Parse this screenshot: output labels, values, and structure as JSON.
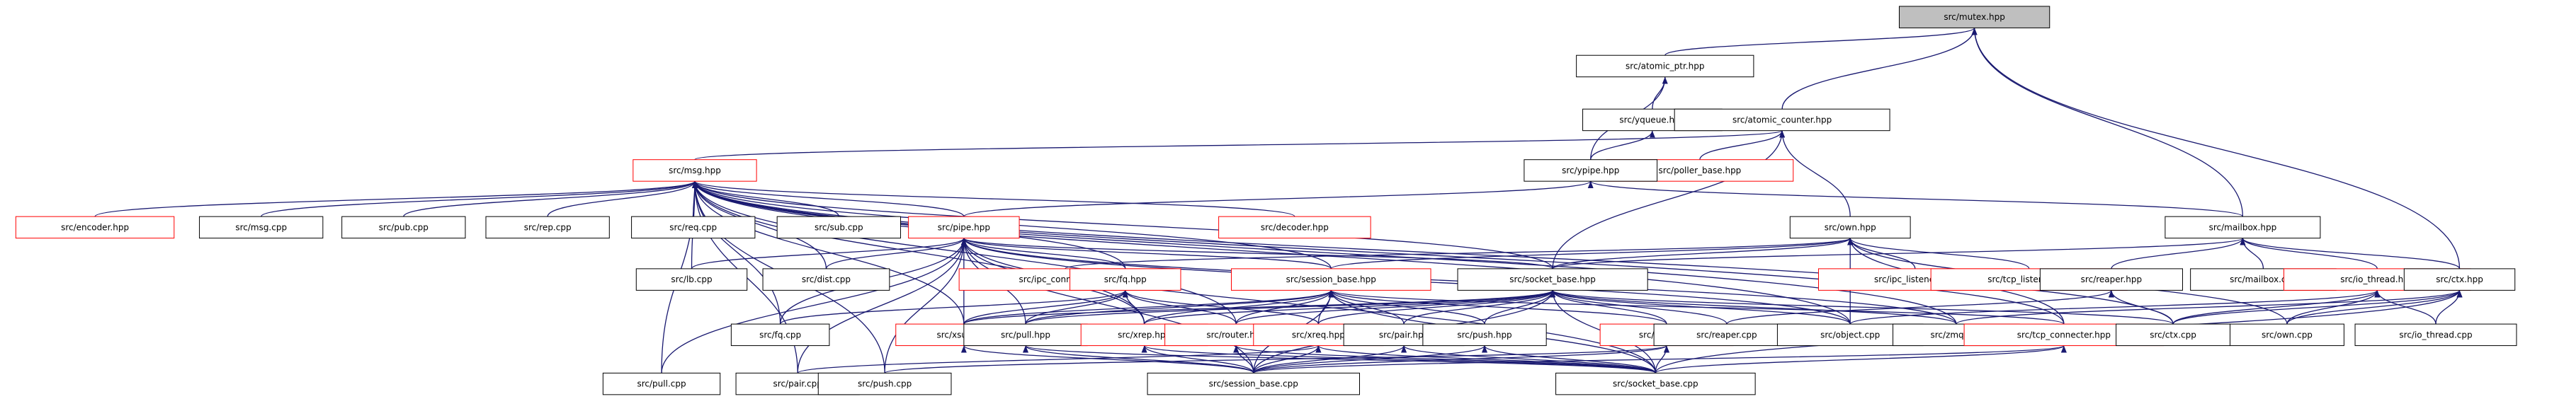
{
  "colors": {
    "edge": "#191970",
    "black_border": "#000000",
    "red_border": "#ff0000",
    "root_fill": "#bfbfbf",
    "node_fill": "#ffffff",
    "background": "#ffffff"
  },
  "nodes": [
    {
      "id": "mutex",
      "label": "src/mutex.hpp",
      "style": "root"
    },
    {
      "id": "atomic_ptr",
      "label": "src/atomic_ptr.hpp",
      "style": "black"
    },
    {
      "id": "yqueue",
      "label": "src/yqueue.hpp",
      "style": "black"
    },
    {
      "id": "atomic_counter",
      "label": "src/atomic_counter.hpp",
      "style": "black"
    },
    {
      "id": "poller_base",
      "label": "src/poller_base.hpp",
      "style": "red"
    },
    {
      "id": "ypipe",
      "label": "src/ypipe.hpp",
      "style": "black"
    },
    {
      "id": "msg_hpp",
      "label": "src/msg.hpp",
      "style": "red"
    },
    {
      "id": "mailbox_hpp",
      "label": "src/mailbox.hpp",
      "style": "black"
    },
    {
      "id": "own",
      "label": "src/own.hpp",
      "style": "black"
    },
    {
      "id": "pipe",
      "label": "src/pipe.hpp",
      "style": "red"
    },
    {
      "id": "decoder",
      "label": "src/decoder.hpp",
      "style": "red"
    },
    {
      "id": "encoder",
      "label": "src/encoder.hpp",
      "style": "red"
    },
    {
      "id": "msg_cpp",
      "label": "src/msg.cpp",
      "style": "black"
    },
    {
      "id": "pub_cpp",
      "label": "src/pub.cpp",
      "style": "black"
    },
    {
      "id": "rep_cpp",
      "label": "src/rep.cpp",
      "style": "black"
    },
    {
      "id": "req_cpp",
      "label": "src/req.cpp",
      "style": "black"
    },
    {
      "id": "sub_cpp",
      "label": "src/sub.cpp",
      "style": "black"
    },
    {
      "id": "lb_cpp",
      "label": "src/lb.cpp",
      "style": "black"
    },
    {
      "id": "dist_cpp",
      "label": "src/dist.cpp",
      "style": "black"
    },
    {
      "id": "ipc_connecter",
      "label": "src/ipc_connecter.hpp",
      "style": "red"
    },
    {
      "id": "fq_hpp",
      "label": "src/fq.hpp",
      "style": "red"
    },
    {
      "id": "session_base_hpp",
      "label": "src/session_base.hpp",
      "style": "red"
    },
    {
      "id": "socket_base_hpp",
      "label": "src/socket_base.hpp",
      "style": "black"
    },
    {
      "id": "ipc_listener",
      "label": "src/ipc_listener.hpp",
      "style": "red"
    },
    {
      "id": "tcp_listener",
      "label": "src/tcp_listener.hpp",
      "style": "red"
    },
    {
      "id": "reaper_hpp",
      "label": "src/reaper.hpp",
      "style": "black"
    },
    {
      "id": "mailbox_cpp",
      "label": "src/mailbox.cpp",
      "style": "black"
    },
    {
      "id": "io_thread_hpp",
      "label": "src/io_thread.hpp",
      "style": "red"
    },
    {
      "id": "ctx_hpp",
      "label": "src/ctx.hpp",
      "style": "black"
    },
    {
      "id": "fq_cpp",
      "label": "src/fq.cpp",
      "style": "black"
    },
    {
      "id": "xsub_hpp",
      "label": "src/xsub.hpp",
      "style": "red"
    },
    {
      "id": "pull_hpp",
      "label": "src/pull.hpp",
      "style": "black"
    },
    {
      "id": "xrep_hpp",
      "label": "src/xrep.hpp",
      "style": "red"
    },
    {
      "id": "router_hpp",
      "label": "src/router.hpp",
      "style": "red"
    },
    {
      "id": "xreq_hpp",
      "label": "src/xreq.hpp",
      "style": "red"
    },
    {
      "id": "pair_hpp",
      "label": "src/pair.hpp",
      "style": "black"
    },
    {
      "id": "push_hpp",
      "label": "src/push.hpp",
      "style": "black"
    },
    {
      "id": "xpub_hpp",
      "label": "src/xpub.hpp",
      "style": "red"
    },
    {
      "id": "reaper_cpp",
      "label": "src/reaper.cpp",
      "style": "black"
    },
    {
      "id": "object_cpp",
      "label": "src/object.cpp",
      "style": "black"
    },
    {
      "id": "zmq_cpp",
      "label": "src/zmq.cpp",
      "style": "black"
    },
    {
      "id": "tcp_connecter",
      "label": "src/tcp_connecter.hpp",
      "style": "red"
    },
    {
      "id": "ctx_cpp",
      "label": "src/ctx.cpp",
      "style": "black"
    },
    {
      "id": "own_cpp",
      "label": "src/own.cpp",
      "style": "black"
    },
    {
      "id": "io_thread_cpp",
      "label": "src/io_thread.cpp",
      "style": "black"
    },
    {
      "id": "pull_cpp",
      "label": "src/pull.cpp",
      "style": "black"
    },
    {
      "id": "pair_cpp",
      "label": "src/pair.cpp",
      "style": "black"
    },
    {
      "id": "push_cpp",
      "label": "src/push.cpp",
      "style": "black"
    },
    {
      "id": "session_base_cpp",
      "label": "src/session_base.cpp",
      "style": "black"
    },
    {
      "id": "socket_base_cpp",
      "label": "src/socket_base.cpp",
      "style": "black"
    }
  ],
  "edges": [
    [
      "atomic_ptr",
      "mutex"
    ],
    [
      "atomic_counter",
      "mutex"
    ],
    [
      "mailbox_hpp",
      "mutex"
    ],
    [
      "ctx_hpp",
      "mutex"
    ],
    [
      "yqueue",
      "atomic_ptr"
    ],
    [
      "ypipe",
      "atomic_ptr"
    ],
    [
      "ypipe",
      "yqueue"
    ],
    [
      "msg_hpp",
      "atomic_counter"
    ],
    [
      "poller_base",
      "atomic_counter"
    ],
    [
      "own",
      "atomic_counter"
    ],
    [
      "socket_base_hpp",
      "atomic_counter"
    ],
    [
      "pipe",
      "ypipe"
    ],
    [
      "mailbox_hpp",
      "ypipe"
    ],
    [
      "encoder",
      "msg_hpp"
    ],
    [
      "msg_cpp",
      "msg_hpp"
    ],
    [
      "pub_cpp",
      "msg_hpp"
    ],
    [
      "rep_cpp",
      "msg_hpp"
    ],
    [
      "req_cpp",
      "msg_hpp"
    ],
    [
      "sub_cpp",
      "msg_hpp"
    ],
    [
      "lb_cpp",
      "msg_hpp"
    ],
    [
      "dist_cpp",
      "msg_hpp"
    ],
    [
      "pipe",
      "msg_hpp"
    ],
    [
      "decoder",
      "msg_hpp"
    ],
    [
      "fq_hpp",
      "msg_hpp"
    ],
    [
      "fq_cpp",
      "msg_hpp"
    ],
    [
      "xsub_hpp",
      "msg_hpp"
    ],
    [
      "xrep_hpp",
      "msg_hpp"
    ],
    [
      "router_hpp",
      "msg_hpp"
    ],
    [
      "session_base_hpp",
      "msg_hpp"
    ],
    [
      "socket_base_hpp",
      "msg_hpp"
    ],
    [
      "object_cpp",
      "msg_hpp"
    ],
    [
      "zmq_cpp",
      "msg_hpp"
    ],
    [
      "tcp_connecter",
      "msg_hpp"
    ],
    [
      "ctx_cpp",
      "msg_hpp"
    ],
    [
      "pull_cpp",
      "msg_hpp"
    ],
    [
      "pair_cpp",
      "msg_hpp"
    ],
    [
      "push_cpp",
      "msg_hpp"
    ],
    [
      "socket_base_hpp",
      "mailbox_hpp"
    ],
    [
      "reaper_hpp",
      "mailbox_hpp"
    ],
    [
      "mailbox_cpp",
      "mailbox_hpp"
    ],
    [
      "io_thread_hpp",
      "mailbox_hpp"
    ],
    [
      "ctx_hpp",
      "mailbox_hpp"
    ],
    [
      "ipc_connecter",
      "own"
    ],
    [
      "session_base_hpp",
      "own"
    ],
    [
      "socket_base_hpp",
      "own"
    ],
    [
      "ipc_listener",
      "own"
    ],
    [
      "tcp_listener",
      "own"
    ],
    [
      "own_cpp",
      "own"
    ],
    [
      "tcp_connecter",
      "own"
    ],
    [
      "object_cpp",
      "own"
    ],
    [
      "lb_cpp",
      "pipe"
    ],
    [
      "dist_cpp",
      "pipe"
    ],
    [
      "fq_hpp",
      "pipe"
    ],
    [
      "fq_cpp",
      "pipe"
    ],
    [
      "xsub_hpp",
      "pipe"
    ],
    [
      "pull_hpp",
      "pipe"
    ],
    [
      "xrep_hpp",
      "pipe"
    ],
    [
      "session_base_hpp",
      "pipe"
    ],
    [
      "socket_base_hpp",
      "pipe"
    ],
    [
      "pull_cpp",
      "pipe"
    ],
    [
      "pair_cpp",
      "pipe"
    ],
    [
      "push_cpp",
      "pipe"
    ],
    [
      "session_base_cpp",
      "pipe"
    ],
    [
      "socket_base_cpp",
      "pipe"
    ],
    [
      "object_cpp",
      "pipe"
    ],
    [
      "zmq_cpp",
      "pipe"
    ],
    [
      "fq_cpp",
      "fq_hpp"
    ],
    [
      "xsub_hpp",
      "fq_hpp"
    ],
    [
      "pull_hpp",
      "fq_hpp"
    ],
    [
      "xrep_hpp",
      "fq_hpp"
    ],
    [
      "router_hpp",
      "fq_hpp"
    ],
    [
      "xreq_hpp",
      "fq_hpp"
    ],
    [
      "xsub_hpp",
      "session_base_hpp"
    ],
    [
      "pull_hpp",
      "session_base_hpp"
    ],
    [
      "xrep_hpp",
      "session_base_hpp"
    ],
    [
      "router_hpp",
      "session_base_hpp"
    ],
    [
      "xreq_hpp",
      "session_base_hpp"
    ],
    [
      "pair_hpp",
      "session_base_hpp"
    ],
    [
      "push_hpp",
      "session_base_hpp"
    ],
    [
      "xpub_hpp",
      "session_base_hpp"
    ],
    [
      "session_base_cpp",
      "session_base_hpp"
    ],
    [
      "socket_base_cpp",
      "session_base_hpp"
    ],
    [
      "tcp_connecter",
      "session_base_hpp"
    ],
    [
      "xsub_hpp",
      "socket_base_hpp"
    ],
    [
      "pull_hpp",
      "socket_base_hpp"
    ],
    [
      "xrep_hpp",
      "socket_base_hpp"
    ],
    [
      "router_hpp",
      "socket_base_hpp"
    ],
    [
      "xreq_hpp",
      "socket_base_hpp"
    ],
    [
      "pair_hpp",
      "socket_base_hpp"
    ],
    [
      "push_hpp",
      "socket_base_hpp"
    ],
    [
      "xpub_hpp",
      "socket_base_hpp"
    ],
    [
      "reaper_cpp",
      "socket_base_hpp"
    ],
    [
      "object_cpp",
      "socket_base_hpp"
    ],
    [
      "zmq_cpp",
      "socket_base_hpp"
    ],
    [
      "ctx_cpp",
      "socket_base_hpp"
    ],
    [
      "session_base_cpp",
      "socket_base_hpp"
    ],
    [
      "socket_base_cpp",
      "socket_base_hpp"
    ],
    [
      "reaper_cpp",
      "reaper_hpp"
    ],
    [
      "ctx_cpp",
      "reaper_hpp"
    ],
    [
      "ctx_cpp",
      "io_thread_hpp"
    ],
    [
      "own_cpp",
      "io_thread_hpp"
    ],
    [
      "io_thread_cpp",
      "io_thread_hpp"
    ],
    [
      "object_cpp",
      "io_thread_hpp"
    ],
    [
      "ctx_cpp",
      "ctx_hpp"
    ],
    [
      "io_thread_cpp",
      "ctx_hpp"
    ],
    [
      "zmq_cpp",
      "ctx_hpp"
    ],
    [
      "socket_base_cpp",
      "ctx_hpp"
    ],
    [
      "own_cpp",
      "ctx_hpp"
    ],
    [
      "session_base_cpp",
      "xsub_hpp"
    ],
    [
      "socket_base_cpp",
      "pull_hpp"
    ],
    [
      "session_base_cpp",
      "pull_hpp"
    ],
    [
      "session_base_cpp",
      "xrep_hpp"
    ],
    [
      "socket_base_cpp",
      "xrep_hpp"
    ],
    [
      "session_base_cpp",
      "router_hpp"
    ],
    [
      "socket_base_cpp",
      "router_hpp"
    ],
    [
      "session_base_cpp",
      "xreq_hpp"
    ],
    [
      "socket_base_cpp",
      "xreq_hpp"
    ],
    [
      "session_base_cpp",
      "pair_hpp"
    ],
    [
      "socket_base_cpp",
      "pair_hpp"
    ],
    [
      "session_base_cpp",
      "push_hpp"
    ],
    [
      "socket_base_cpp",
      "push_hpp"
    ],
    [
      "session_base_cpp",
      "xpub_hpp"
    ],
    [
      "socket_base_cpp",
      "xpub_hpp"
    ],
    [
      "socket_base_cpp",
      "tcp_connecter"
    ],
    [
      "session_base_cpp",
      "tcp_connecter"
    ],
    [
      "pair_cpp",
      "xreq_hpp"
    ],
    [
      "push_cpp",
      "xpub_hpp"
    ]
  ]
}
